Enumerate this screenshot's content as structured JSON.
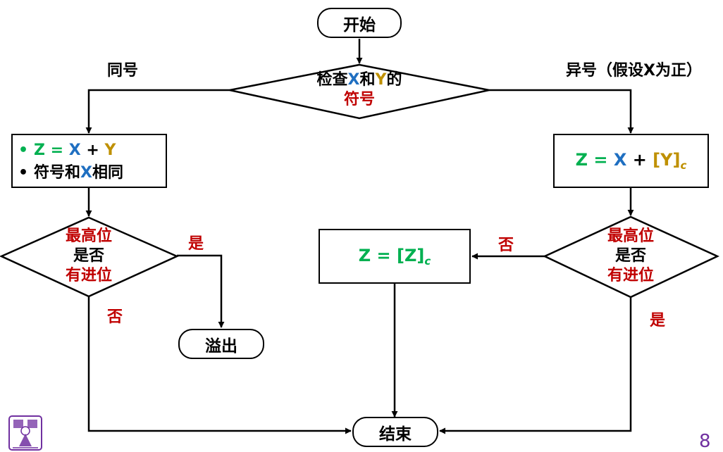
{
  "flowchart": {
    "start": "开始",
    "check": {
      "line1_a": "检查",
      "line1_x": "X",
      "line1_b": "和",
      "line1_y": "Y",
      "line1_c": "的",
      "line2": "符号"
    },
    "branch_left": "同号",
    "branch_right": "异号（假设X为正）",
    "box_left": {
      "bullet1": {
        "z": "Z",
        "eq": "=",
        "x": "X",
        "plus": "+",
        "y": "Y"
      },
      "bullet2": {
        "a": "符号和",
        "x": "X",
        "b": "相同"
      }
    },
    "box_right": {
      "z": "Z",
      "eq": "=",
      "x": "X",
      "plus": "+",
      "y": "[Y]",
      "sub": "c"
    },
    "decision": {
      "line1": "最高位",
      "line2": "是否",
      "line3": "有进位"
    },
    "yes": "是",
    "no": "否",
    "overflow": "溢出",
    "box_mid": {
      "z": "Z",
      "eq": "=",
      "val": "[Z]",
      "sub": "c"
    },
    "end": "结束"
  },
  "slide": {
    "page_number": "8"
  },
  "colors": {
    "red": "#c00000",
    "blue": "#1f6fc1",
    "green": "#00b050",
    "gold": "#bf9000",
    "purple": "#7030a0"
  },
  "logo": {
    "icon": "university-seal-icon"
  }
}
